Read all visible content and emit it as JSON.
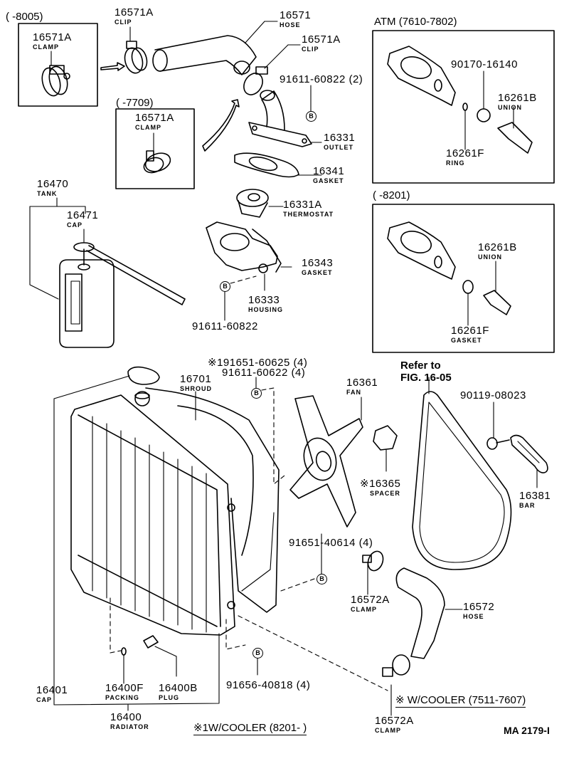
{
  "figure_code": "MA 2179-I",
  "variant_headers": {
    "box_8005": "(      -8005)",
    "box_7709": "(      -7709)",
    "box_atm": "ATM (7610-7802)",
    "box_8201": "(        -8201)"
  },
  "notes": {
    "cooler_7511": "※  W/COOLER (7511-7607)",
    "cooler_8201": "※1W/COOLER (8201-        )",
    "refer_line1": "Refer to",
    "refer_line2": "FIG. 16-05"
  },
  "bolt_marker": "B",
  "parts": [
    {
      "id": "p1",
      "number": "16571A",
      "name": "CLAMP"
    },
    {
      "id": "p2",
      "number": "16571A",
      "name": "CLIP"
    },
    {
      "id": "p3",
      "number": "16571",
      "name": "HOSE"
    },
    {
      "id": "p4",
      "number": "16571A",
      "name": "CLIP"
    },
    {
      "id": "p5",
      "number": "91611-60822 (2)",
      "name": ""
    },
    {
      "id": "p6",
      "number": "16571A",
      "name": "CLAMP"
    },
    {
      "id": "p7",
      "number": "16331",
      "name": "OUTLET"
    },
    {
      "id": "p8",
      "number": "16341",
      "name": "GASKET"
    },
    {
      "id": "p9",
      "number": "16331A",
      "name": "THERMOSTAT"
    },
    {
      "id": "p10",
      "number": "16343",
      "name": "GASKET"
    },
    {
      "id": "p11",
      "number": "16333",
      "name": "HOUSING"
    },
    {
      "id": "p12",
      "number": "91611-60822",
      "name": ""
    },
    {
      "id": "p13",
      "number": "16470",
      "name": "TANK"
    },
    {
      "id": "p14",
      "number": "16471",
      "name": "CAP"
    },
    {
      "id": "p15",
      "number": "90170-16140",
      "name": ""
    },
    {
      "id": "p16",
      "number": "16261B",
      "name": "UNION"
    },
    {
      "id": "p17",
      "number": "16261F",
      "name": "RING"
    },
    {
      "id": "p18",
      "number": "16261B",
      "name": "UNION"
    },
    {
      "id": "p19",
      "number": "16261F",
      "name": "GASKET"
    },
    {
      "id": "p20",
      "number": "※191651-60625 (4)",
      "name": ""
    },
    {
      "id": "p21",
      "number": "91611-60622 (4)",
      "name": ""
    },
    {
      "id": "p22",
      "number": "16701",
      "name": "SHROUD"
    },
    {
      "id": "p23",
      "number": "16361",
      "name": "FAN"
    },
    {
      "id": "p24",
      "number": "※16365",
      "name": "SPACER"
    },
    {
      "id": "p25",
      "number": "90119-08023",
      "name": ""
    },
    {
      "id": "p26",
      "number": "16381",
      "name": "BAR"
    },
    {
      "id": "p27",
      "number": "91651-40614 (4)",
      "name": ""
    },
    {
      "id": "p28",
      "number": "16572A",
      "name": "CLAMP"
    },
    {
      "id": "p29",
      "number": "16572",
      "name": "HOSE"
    },
    {
      "id": "p30",
      "number": "16401",
      "name": "CAP"
    },
    {
      "id": "p31",
      "number": "16400F",
      "name": "PACKING"
    },
    {
      "id": "p32",
      "number": "16400B",
      "name": "PLUG"
    },
    {
      "id": "p33",
      "number": "91656-40818 (4)",
      "name": ""
    },
    {
      "id": "p34",
      "number": "16400",
      "name": "RADIATOR"
    },
    {
      "id": "p35",
      "number": "16572A",
      "name": "CLAMP"
    }
  ]
}
